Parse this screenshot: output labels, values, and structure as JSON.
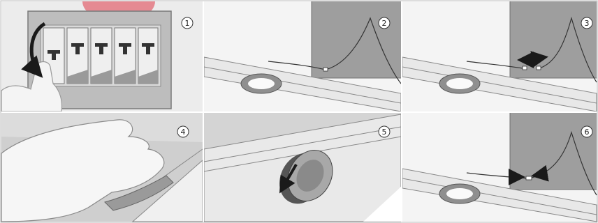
{
  "steps": [
    {
      "number": "1"
    },
    {
      "number": "2"
    },
    {
      "number": "3"
    },
    {
      "number": "4"
    },
    {
      "number": "5"
    },
    {
      "number": "6"
    }
  ],
  "colors": {
    "background": "#ffffff",
    "panel_light": "#ececec",
    "panel_mid": "#d2d2d2",
    "panel_dark": "#9e9e9e",
    "arrow": "#1a1a1a",
    "accent_pink": "#e58a92"
  },
  "icons": [
    "circuit-breaker-icon",
    "down-arrow-icon",
    "cable-icon",
    "lamp-icon",
    "double-arrow-icon"
  ]
}
